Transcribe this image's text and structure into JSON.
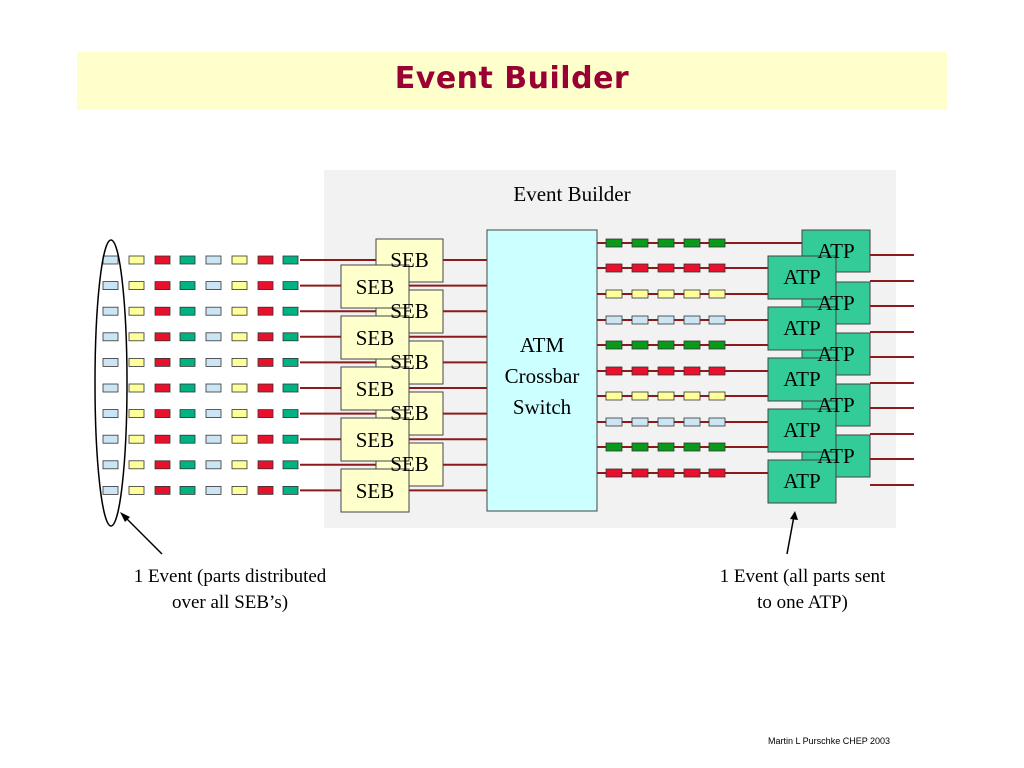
{
  "title": "Event Builder",
  "panel": {
    "label": "Event Builder"
  },
  "seb_label": "SEB",
  "atp_label": "ATP",
  "switch": {
    "line1": "ATM",
    "line2": "Crossbar",
    "line3": "Switch"
  },
  "captions": {
    "left_line1": "1 Event (parts distributed",
    "left_line2": "over all SEB’s)",
    "right_line1": "1 Event (all parts sent",
    "right_line2": "to one ATP)"
  },
  "footer": "Martin L Purschke CHEP 2003",
  "colors": {
    "title": "#990033",
    "title_background": "#ffffcc",
    "panel": "#f2f2f2",
    "seb_fill": "#ffffcc",
    "atp_fill": "#33cc99",
    "switch_fill": "#ccffff",
    "wire": "#8b1a1a",
    "packet_blue": "#cce5f5",
    "packet_yellow": "#ffff99",
    "packet_red": "#e8102a",
    "packet_teal": "#00b383",
    "packet_green": "#0a9a1a"
  },
  "input_packet_pattern": [
    "packet_blue",
    "packet_yellow",
    "packet_red",
    "packet_teal",
    "packet_blue",
    "packet_yellow",
    "packet_red",
    "packet_teal"
  ],
  "output_packet_colors": [
    "packet_green",
    "packet_red",
    "packet_yellow",
    "packet_blue",
    "packet_green",
    "packet_red",
    "packet_yellow",
    "packet_blue",
    "packet_green",
    "packet_red"
  ]
}
